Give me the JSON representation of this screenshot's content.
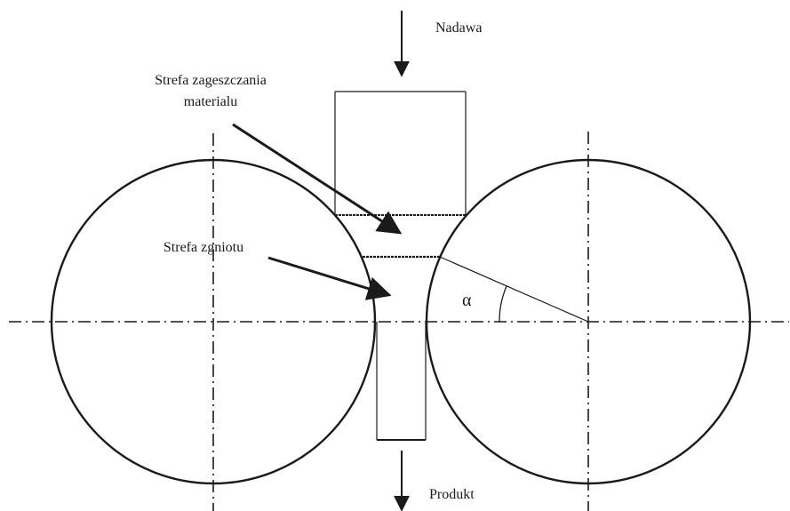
{
  "labels": {
    "feed": "Nadawa",
    "densification_zone_line1": "Strefa zageszczania",
    "densification_zone_line2": "materialu",
    "crush_zone": "Strefa zgniotu",
    "angle": "α",
    "product": "Produkt"
  },
  "colors": {
    "stroke": "#1a1a1a",
    "background": "#ffffff"
  }
}
